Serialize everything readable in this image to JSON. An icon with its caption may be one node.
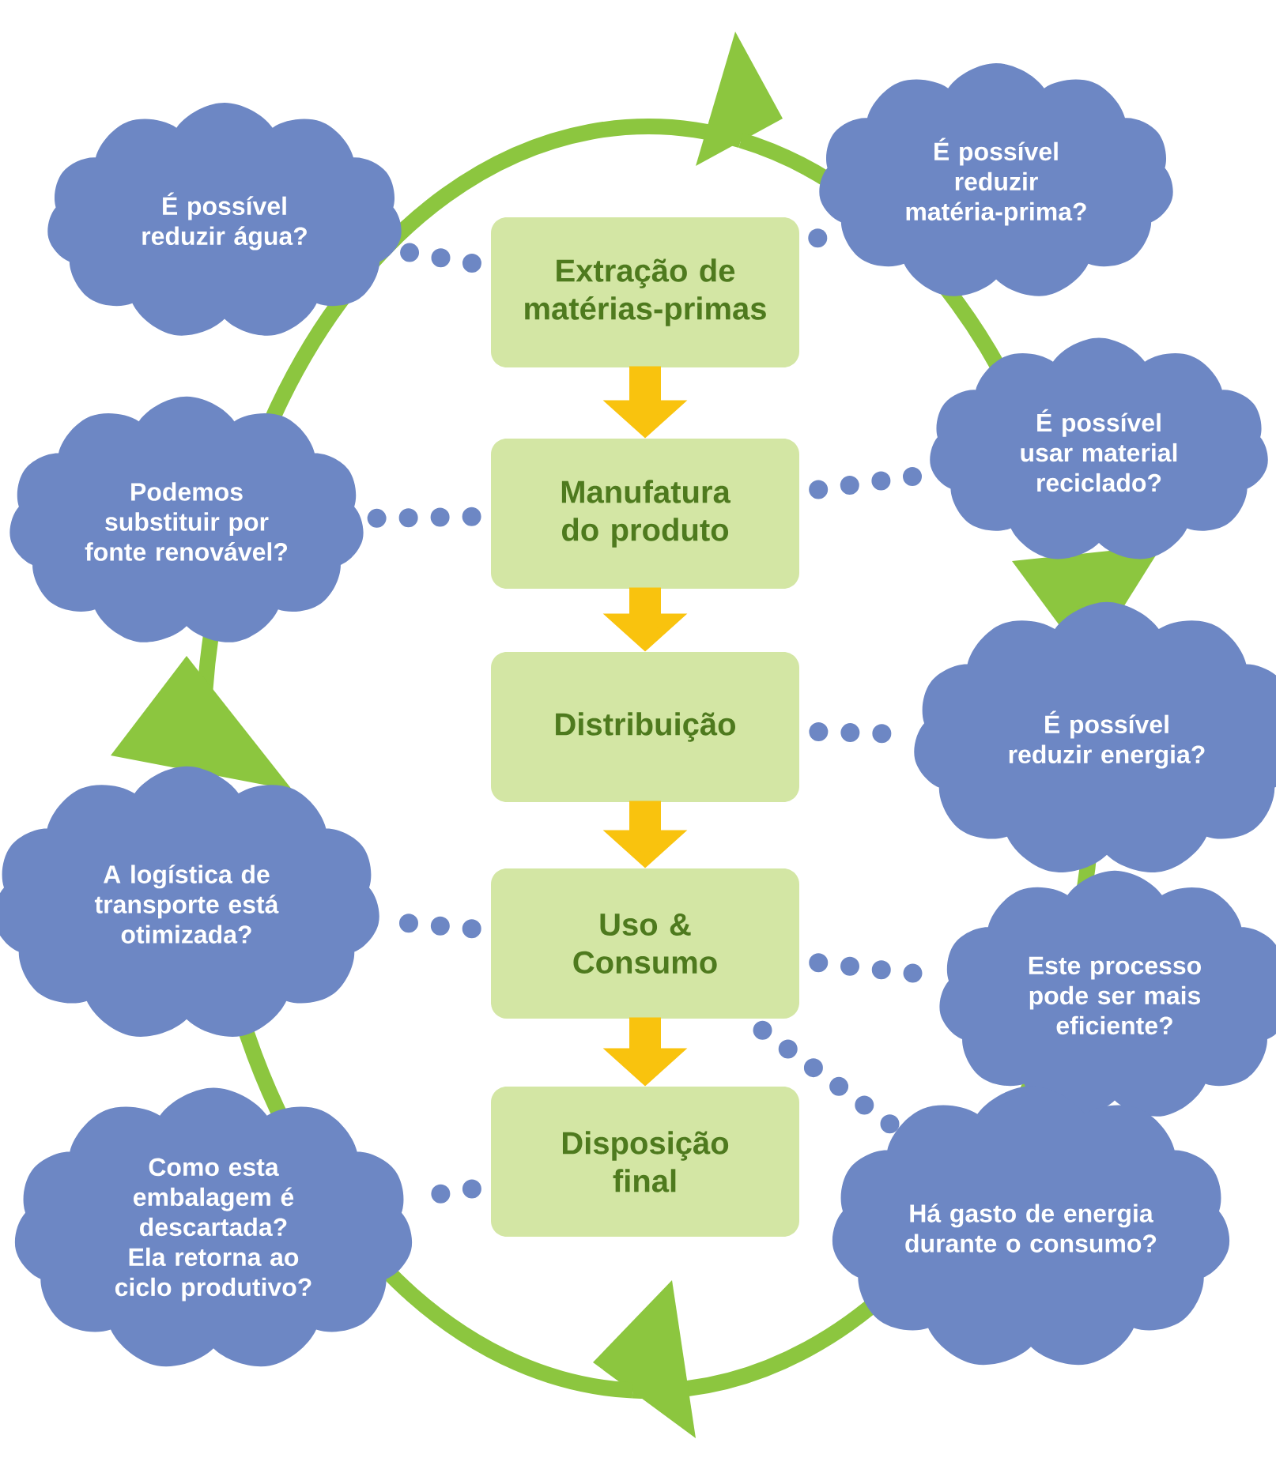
{
  "diagram": {
    "nodes": [
      {
        "text": [
          "Extração de matérias-primas"
        ]
      },
      {
        "text": [
          "Manufatura do produto"
        ]
      },
      {
        "text": [
          "Distribuição"
        ]
      },
      {
        "text": [
          "Uso & Consumo"
        ]
      },
      {
        "text": [
          "Disposição final"
        ]
      },
      {
        "text": [
          "É possível reduzir água?"
        ]
      },
      {
        "text": [
          "É possível reduzir matéria-prima?"
        ]
      },
      {
        "text": [
          "Podemos substituir por fonte renovável?"
        ]
      },
      {
        "text": [
          "É possível usar material reciclado?"
        ]
      },
      {
        "text": [
          "É possível reduzir energia?"
        ]
      },
      {
        "text": [
          "A logística de transporte está otimizada?"
        ]
      },
      {
        "text": [
          "Este processo pode ser mais eficiente?"
        ]
      },
      {
        "text": [
          "Como esta embalagem é descartada? Ela retorna ao ciclo produtivo?"
        ]
      },
      {
        "text": [
          "Há gasto de energia durante o consumo?"
        ]
      }
    ],
    "edges": [
      {
        "from": 0,
        "to": 1,
        "arrow": "to",
        "color": "#f9c30e"
      },
      {
        "from": 1,
        "to": 2,
        "arrow": "to",
        "color": "#f9c30e"
      },
      {
        "from": 2,
        "to": 3,
        "arrow": "to",
        "color": "#f9c30e"
      },
      {
        "from": 3,
        "to": 4,
        "arrow": "to",
        "color": "#f9c30e"
      },
      {
        "from": 0,
        "to": 5,
        "arrow": "none",
        "style": "dashed"
      },
      {
        "from": 0,
        "to": 6,
        "arrow": "none",
        "style": "dashed"
      },
      {
        "from": 1,
        "to": 7,
        "arrow": "none",
        "style": "dashed"
      },
      {
        "from": 1,
        "to": 8,
        "arrow": "none",
        "style": "dashed"
      },
      {
        "from": 2,
        "to": 9,
        "arrow": "none",
        "style": "dashed"
      },
      {
        "from": 3,
        "to": 10,
        "arrow": "none",
        "style": "dashed"
      },
      {
        "from": 3,
        "to": 11,
        "arrow": "none",
        "style": "dashed"
      },
      {
        "from": 4,
        "to": 12,
        "arrow": "none",
        "style": "dashed"
      },
      {
        "from": 3,
        "to": 13,
        "arrow": "none",
        "style": "dashed"
      }
    ]
  }
}
